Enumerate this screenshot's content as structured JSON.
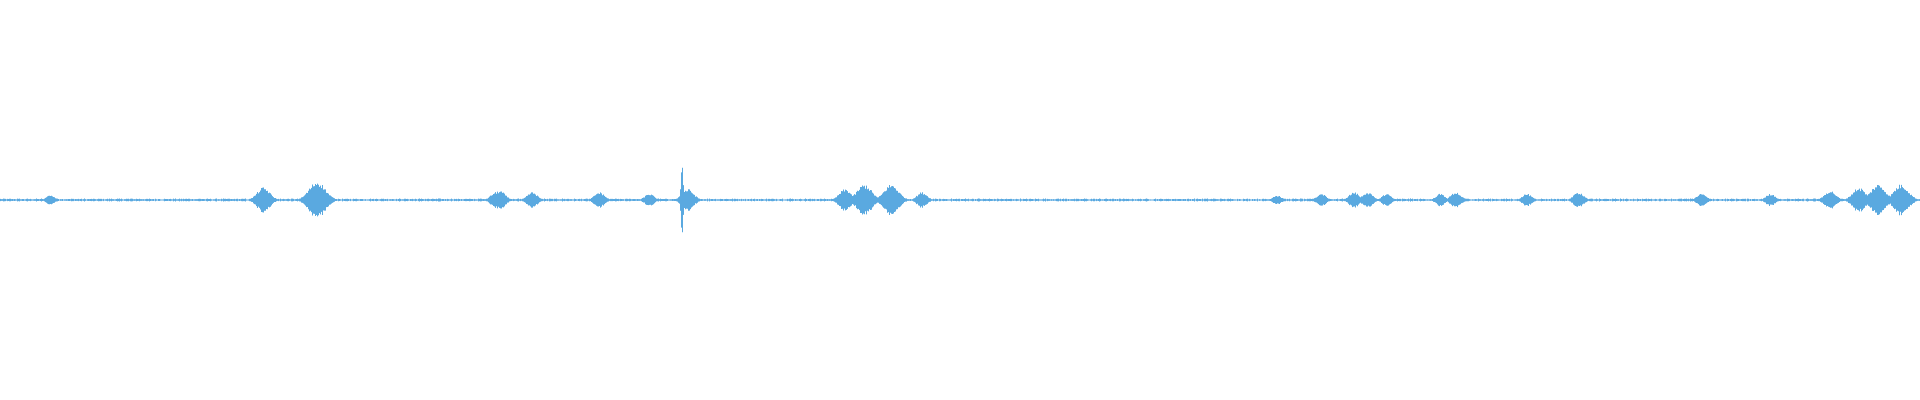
{
  "style": {
    "background": "#ffffff",
    "wave_color": "#5aa9e0"
  },
  "chart_data": {
    "type": "area",
    "x_label": "",
    "y_label": "",
    "xlim": [
      0,
      1
    ],
    "ylim": [
      -1,
      1
    ],
    "axes_visible": false,
    "grid": false,
    "legend": "none",
    "series": [
      {
        "bursts": [
          {
            "t": 0.026,
            "amp": 0.03
          },
          {
            "t": 0.137,
            "amp": 0.08
          },
          {
            "t": 0.165,
            "amp": 0.12
          },
          {
            "t": 0.258,
            "amp": 0.05
          },
          {
            "t": 0.26,
            "amp": 0.06
          },
          {
            "t": 0.277,
            "amp": 0.05
          },
          {
            "t": 0.312,
            "amp": 0.05
          },
          {
            "t": 0.338,
            "amp": 0.04
          },
          {
            "t": 0.355,
            "amp": 0.26
          },
          {
            "t": 0.358,
            "amp": 0.07
          },
          {
            "t": 0.44,
            "amp": 0.07
          },
          {
            "t": 0.45,
            "amp": 0.1
          },
          {
            "t": 0.464,
            "amp": 0.1
          },
          {
            "t": 0.467,
            "amp": 0.05
          },
          {
            "t": 0.48,
            "amp": 0.05
          },
          {
            "t": 0.665,
            "amp": 0.03
          },
          {
            "t": 0.688,
            "amp": 0.04
          },
          {
            "t": 0.705,
            "amp": 0.05
          },
          {
            "t": 0.712,
            "amp": 0.05
          },
          {
            "t": 0.722,
            "amp": 0.04
          },
          {
            "t": 0.75,
            "amp": 0.04
          },
          {
            "t": 0.758,
            "amp": 0.05
          },
          {
            "t": 0.795,
            "amp": 0.04
          },
          {
            "t": 0.822,
            "amp": 0.05
          },
          {
            "t": 0.886,
            "amp": 0.04
          },
          {
            "t": 0.922,
            "amp": 0.04
          },
          {
            "t": 0.953,
            "amp": 0.06
          },
          {
            "t": 0.968,
            "amp": 0.08
          },
          {
            "t": 0.978,
            "amp": 0.1
          },
          {
            "t": 0.99,
            "amp": 0.1
          }
        ]
      }
    ]
  }
}
